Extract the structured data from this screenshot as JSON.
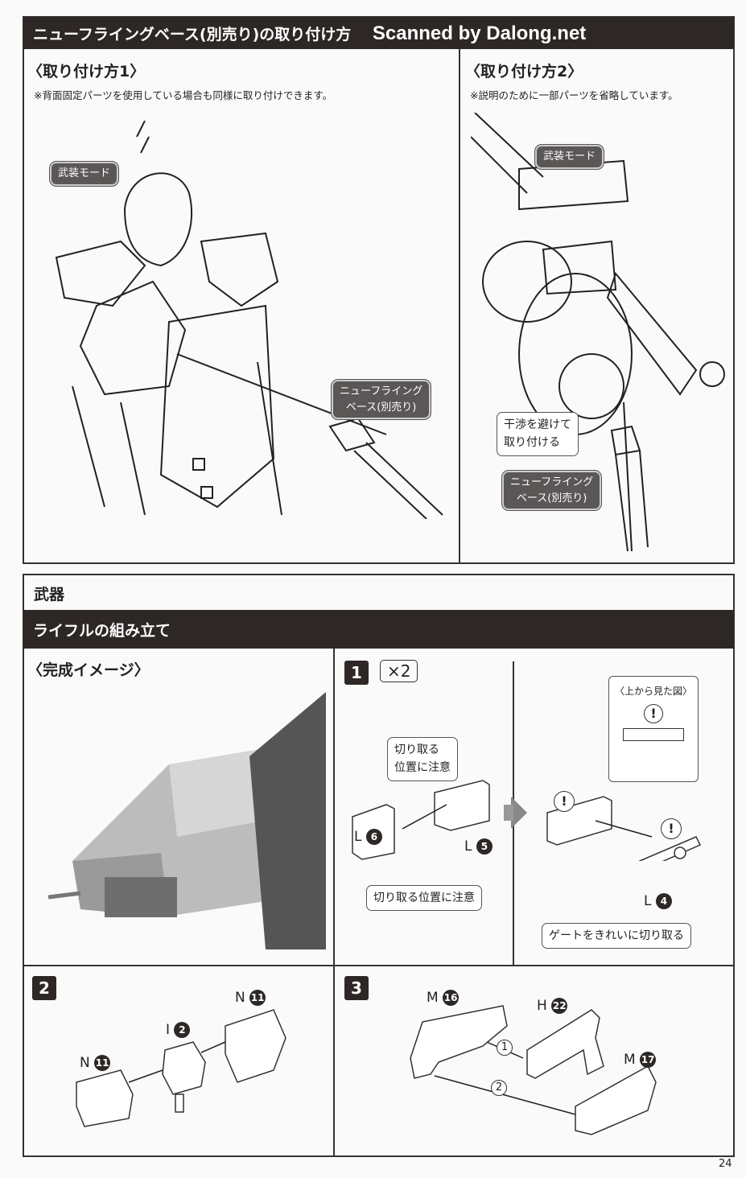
{
  "section1": {
    "title": "ニューフライングベース(別売り)の取り付け方",
    "watermark": "Scanned by Dalong.net",
    "method1": {
      "heading": "〈取り付け方1〉",
      "note": "※背面固定パーツを使用している場合も同様に取り付けできます。",
      "mode_label": "武装モード",
      "base_label_line1": "ニューフライング",
      "base_label_line2": "ベース(別売り)"
    },
    "method2": {
      "heading": "〈取り付け方2〉",
      "note": "※説明のために一部パーツを省略しています。",
      "mode_label": "武装モード",
      "caution_line1": "干渉を避けて",
      "caution_line2": "取り付ける",
      "base_label_line1": "ニューフライング",
      "base_label_line2": "ベース(別売り)"
    }
  },
  "section2": {
    "category": "武器",
    "title": "ライフルの組み立て",
    "complete_image_heading": "〈完成イメージ〉",
    "step1": {
      "number": "1",
      "multiplier": "×2",
      "caution_cut_line1": "切り取る",
      "caution_cut_line2": "位置に注意",
      "caution_cut_single": "切り取る位置に注意",
      "parts": [
        {
          "runner": "L",
          "num": "6"
        },
        {
          "runner": "L",
          "num": "5"
        },
        {
          "runner": "L",
          "num": "4"
        }
      ],
      "top_view_label": "〈上から見た図〉",
      "gate_note": "ゲートをきれいに切り取る",
      "warning_mark": "!"
    },
    "step2": {
      "number": "2",
      "parts": [
        {
          "runner": "N",
          "num": "11"
        },
        {
          "runner": "I",
          "num": "2"
        },
        {
          "runner": "N",
          "num": "11"
        }
      ]
    },
    "step3": {
      "number": "3",
      "parts": [
        {
          "runner": "M",
          "num": "16"
        },
        {
          "runner": "H",
          "num": "22"
        },
        {
          "runner": "M",
          "num": "17"
        }
      ],
      "order": [
        "1",
        "2"
      ]
    }
  },
  "page_number": "24"
}
